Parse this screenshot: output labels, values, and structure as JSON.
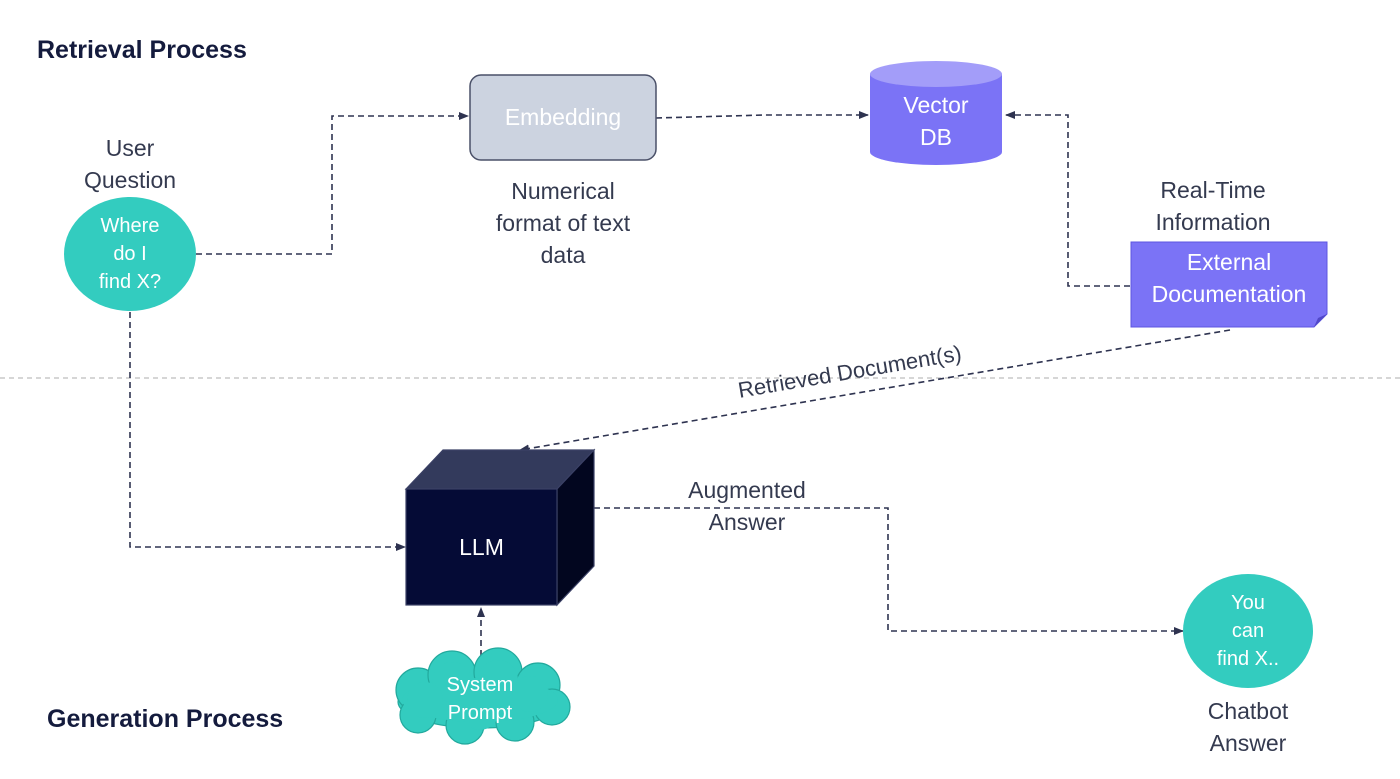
{
  "sections": {
    "retrieval_title": "Retrieval Process",
    "generation_title": "Generation Process"
  },
  "nodes": {
    "user_question": {
      "caption_line1": "User",
      "caption_line2": "Question",
      "text_line1": "Where",
      "text_line2": "do I",
      "text_line3": "find X?"
    },
    "embedding": {
      "label": "Embedding",
      "caption_line1": "Numerical",
      "caption_line2": "format of text",
      "caption_line3": "data"
    },
    "vector_db": {
      "label_line1": "Vector",
      "label_line2": "DB"
    },
    "external_docs": {
      "caption_line1": "Real-Time",
      "caption_line2": "Information",
      "label_line1": "External",
      "label_line2": "Documentation"
    },
    "llm": {
      "label": "LLM"
    },
    "system_prompt": {
      "label_line1": "System",
      "label_line2": "Prompt"
    },
    "chatbot_answer": {
      "text_line1": "You",
      "text_line2": "can",
      "text_line3": "find X..",
      "caption_line1": "Chatbot",
      "caption_line2": "Answer"
    }
  },
  "edges": {
    "retrieved_label": "Retrieved Document(s)",
    "augmented_line1": "Augmented",
    "augmented_line2": "Answer"
  },
  "colors": {
    "teal": "#33ccbf",
    "embedding_fill": "#ccd3e0",
    "embedding_stroke": "#4a5068",
    "purple": "#7b73f6",
    "purple_light": "#a39df9",
    "llm_dark": "#050b36",
    "llm_top": "#333a5c",
    "arrow": "#2e3350"
  }
}
